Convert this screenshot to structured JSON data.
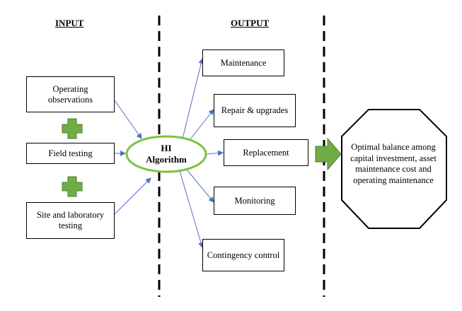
{
  "headings": {
    "input": "INPUT",
    "output": "OUTPUT"
  },
  "inputs": [
    {
      "id": "operating-observations",
      "label": "Operating observations"
    },
    {
      "id": "field-testing",
      "label": "Field testing"
    },
    {
      "id": "site-laboratory-testing",
      "label": "Site and laboratory testing"
    }
  ],
  "algorithm": {
    "line1": "HI",
    "line2": "Algorithm"
  },
  "outputs": [
    {
      "id": "maintenance",
      "label": "Maintenance"
    },
    {
      "id": "repair-upgrades",
      "label": "Repair & upgrades"
    },
    {
      "id": "replacement",
      "label": "Replacement"
    },
    {
      "id": "monitoring",
      "label": "Monitoring"
    },
    {
      "id": "contingency-control",
      "label": "Contingency control"
    }
  ],
  "result": {
    "label": "Optimal balance among capital investment, asset maintenance cost and operating maintenance"
  },
  "colors": {
    "arrow": "#4f6fc6",
    "oval_border": "#7cc242",
    "plus_fill": "#70ad47",
    "plus_border": "#4e7f2f",
    "big_arrow_fill": "#70ad47",
    "divider": "#000000"
  }
}
